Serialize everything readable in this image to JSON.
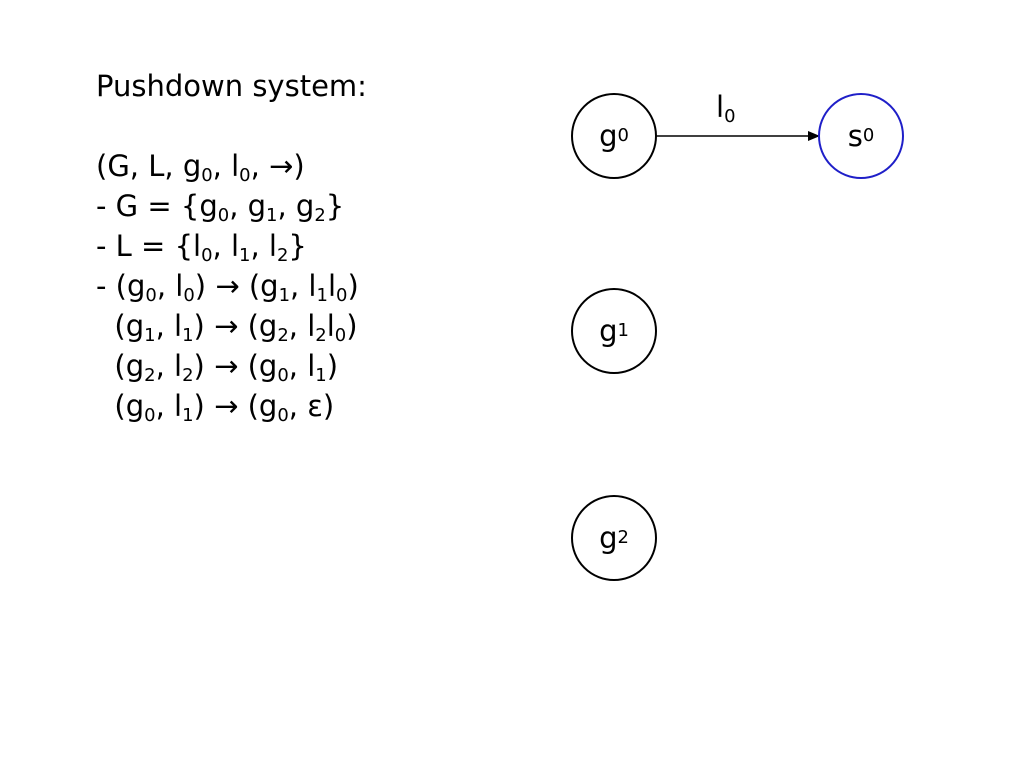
{
  "title": "Pushdown system:",
  "definition": [
    [
      [
        "(G, L, g",
        ""
      ],
      [
        "0",
        "sub"
      ],
      [
        ", l",
        ""
      ],
      [
        "0",
        "sub"
      ],
      [
        ", →)",
        ""
      ]
    ],
    [
      [
        "- G = {g",
        ""
      ],
      [
        "0",
        "sub"
      ],
      [
        ", g",
        ""
      ],
      [
        "1",
        "sub"
      ],
      [
        ", g",
        ""
      ],
      [
        "2",
        "sub"
      ],
      [
        "}",
        ""
      ]
    ],
    [
      [
        "- L = {l",
        ""
      ],
      [
        "0",
        "sub"
      ],
      [
        ", l",
        ""
      ],
      [
        "1",
        "sub"
      ],
      [
        ", l",
        ""
      ],
      [
        "2",
        "sub"
      ],
      [
        "}",
        ""
      ]
    ],
    [
      [
        "- (g",
        ""
      ],
      [
        "0",
        "sub"
      ],
      [
        ", l",
        ""
      ],
      [
        "0",
        "sub"
      ],
      [
        ") → (g",
        ""
      ],
      [
        "1",
        "sub"
      ],
      [
        ", l",
        ""
      ],
      [
        "1",
        "sub"
      ],
      [
        "l",
        ""
      ],
      [
        "0",
        "sub"
      ],
      [
        ")",
        ""
      ]
    ],
    [
      [
        "  (g",
        ""
      ],
      [
        "1",
        "sub"
      ],
      [
        ", l",
        ""
      ],
      [
        "1",
        "sub"
      ],
      [
        ") → (g",
        ""
      ],
      [
        "2",
        "sub"
      ],
      [
        ", l",
        ""
      ],
      [
        "2",
        "sub"
      ],
      [
        "l",
        ""
      ],
      [
        "0",
        "sub"
      ],
      [
        ")",
        ""
      ]
    ],
    [
      [
        "  (g",
        ""
      ],
      [
        "2",
        "sub"
      ],
      [
        ", l",
        ""
      ],
      [
        "2",
        "sub"
      ],
      [
        ") → (g",
        ""
      ],
      [
        "0",
        "sub"
      ],
      [
        ", l",
        ""
      ],
      [
        "1",
        "sub"
      ],
      [
        ")",
        ""
      ]
    ],
    [
      [
        "  (g",
        ""
      ],
      [
        "0",
        "sub"
      ],
      [
        ", l",
        ""
      ],
      [
        "1",
        "sub"
      ],
      [
        ") → (g",
        ""
      ],
      [
        "0",
        "sub"
      ],
      [
        ", ε)",
        ""
      ]
    ]
  ],
  "nodes": [
    {
      "id": "g0",
      "base": "g",
      "sub": "0",
      "stroke": "#000000"
    },
    {
      "id": "s0",
      "base": "s",
      "sub": "0",
      "stroke": "#1f1fc8"
    },
    {
      "id": "g1",
      "base": "g",
      "sub": "1",
      "stroke": "#000000"
    },
    {
      "id": "g2",
      "base": "g",
      "sub": "2",
      "stroke": "#000000"
    }
  ],
  "edges": [
    {
      "from": "g0",
      "to": "s0",
      "label_base": "l",
      "label_sub": "0"
    }
  ]
}
